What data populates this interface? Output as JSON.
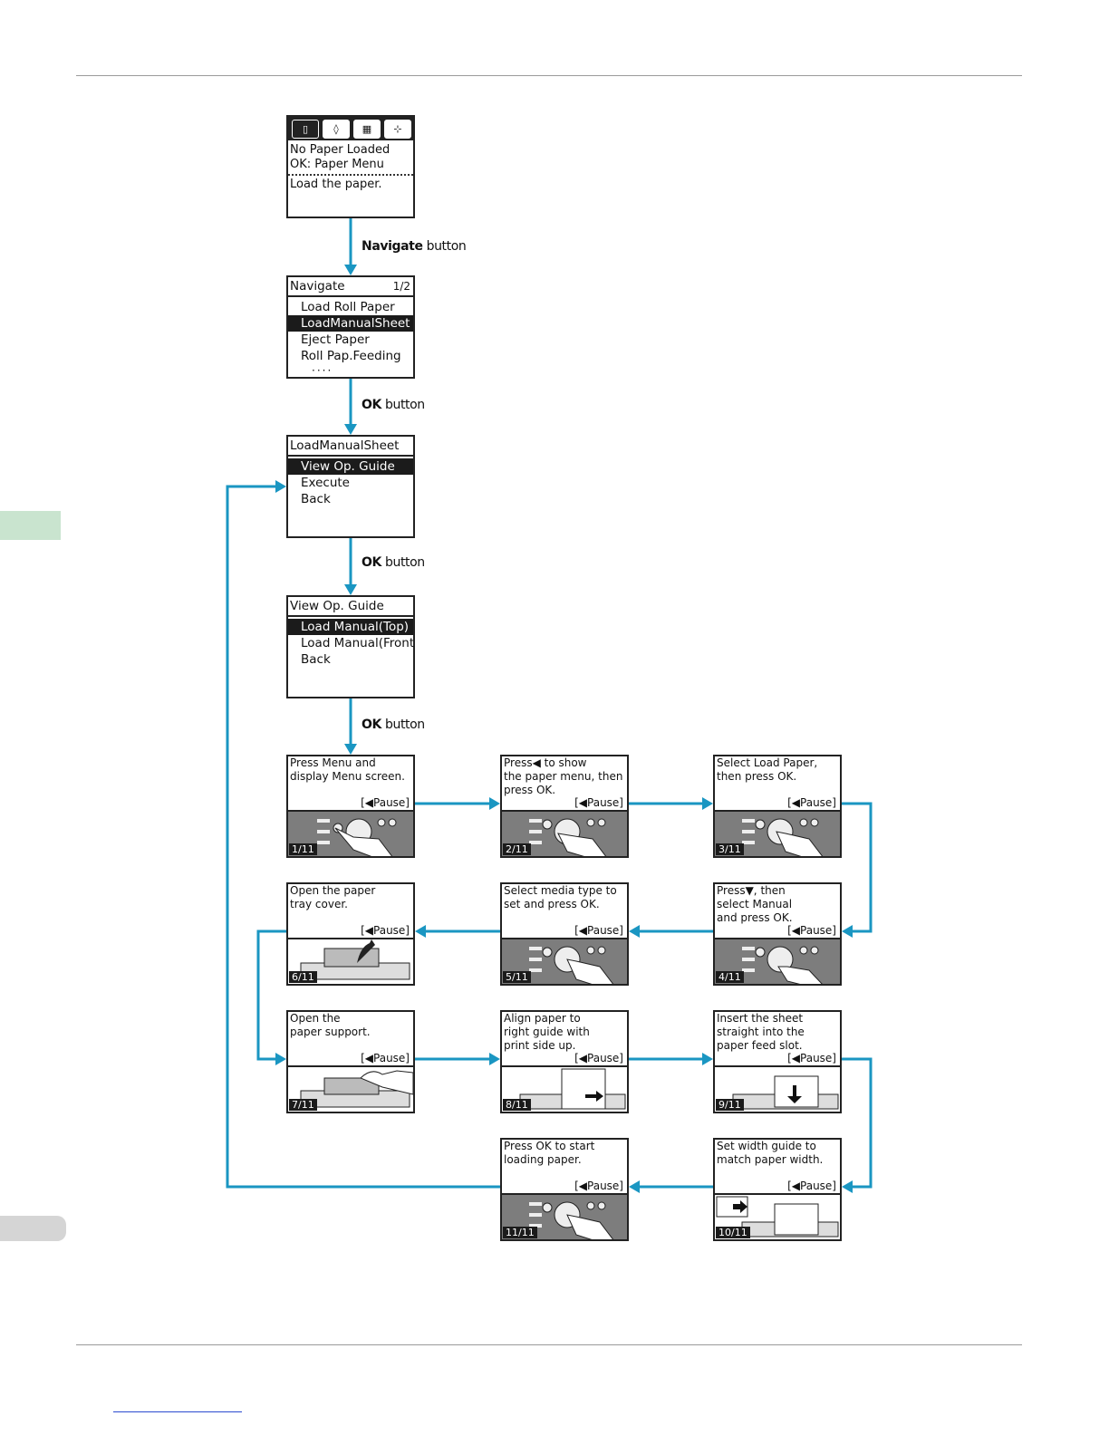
{
  "home_screen": {
    "tabs": [
      "paper-icon",
      "ink-icon",
      "info-icon",
      "adjust-icon"
    ],
    "lines": [
      "No Paper Loaded",
      "OK: Paper Menu"
    ],
    "message": "Load the paper."
  },
  "navigate_screen": {
    "title": "Navigate",
    "page": "1/2",
    "items": [
      "Load Roll Paper",
      "LoadManualSheet",
      "Eject Paper",
      "Roll Pap.Feeding"
    ],
    "selected_index": 1,
    "more": "····"
  },
  "load_manual_screen": {
    "title": "LoadManualSheet",
    "items": [
      "View Op. Guide",
      "Execute",
      "Back"
    ],
    "selected_index": 0
  },
  "view_guide_screen": {
    "title": "View Op. Guide",
    "items": [
      "Load Manual(Top)",
      "Load Manual(Front)",
      "Back"
    ],
    "selected_index": 0
  },
  "button_labels": {
    "navigate_strong": "Navigate",
    "ok_strong": "OK",
    "suffix": " button"
  },
  "guide_pause_label": "[◀Pause]",
  "guide_steps": [
    {
      "text": "Press Menu and\ndisplay Menu screen.",
      "step": "1/11"
    },
    {
      "text": "Press◀ to show\nthe paper menu, then\npress OK.",
      "step": "2/11"
    },
    {
      "text": "Select Load Paper,\nthen press OK.",
      "step": "3/11"
    },
    {
      "text": "Press▼, then\nselect Manual\nand press OK.",
      "step": "4/11"
    },
    {
      "text": "Select media type to\nset and press OK.",
      "step": "5/11"
    },
    {
      "text": "Open the paper\ntray cover.",
      "step": "6/11"
    },
    {
      "text": "Open the\npaper support.",
      "step": "7/11"
    },
    {
      "text": "Align paper to\nright guide with\nprint side up.",
      "step": "8/11"
    },
    {
      "text": "Insert the sheet\nstraight into the\npaper feed slot.",
      "step": "9/11"
    },
    {
      "text": "Set width guide to\nmatch paper width.",
      "step": "10/11"
    },
    {
      "text": "Press OK to start\nloading paper.",
      "step": "11/11"
    }
  ],
  "colors": {
    "arrow": "#1a96c2",
    "side_tab": "#c9e4cf"
  }
}
